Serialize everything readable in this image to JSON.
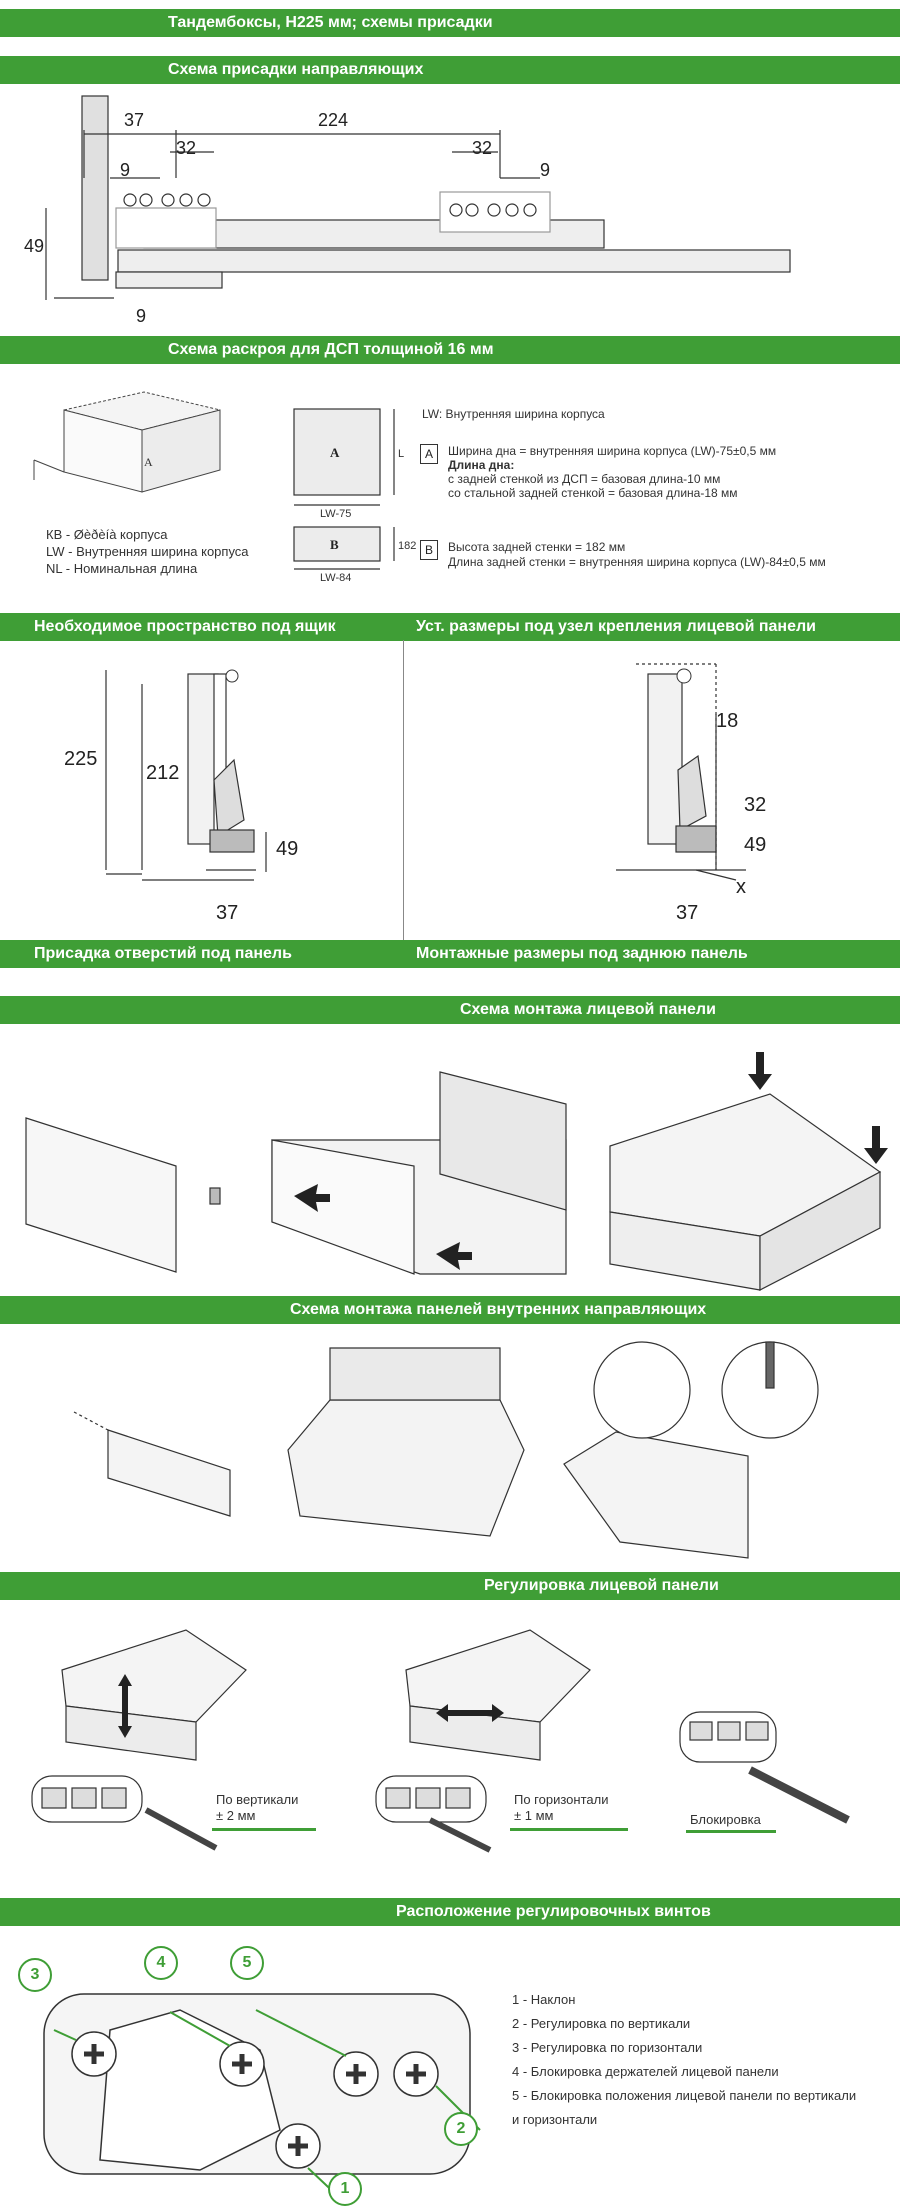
{
  "header": {
    "title": "Тандембоксы, Н225 мм; схемы присадки"
  },
  "sections": {
    "runners": {
      "title": "Схема присадки направляющих"
    },
    "cutting": {
      "title": "Схема раскроя для ДСП толщиной 16 мм"
    },
    "space": {
      "title": "Необходимое пространство под ящик"
    },
    "front_mount": {
      "title": "Уст. размеры под узел крепления лицевой панели"
    },
    "panel_holes": {
      "title": "Присадка отверстий под панель"
    },
    "back_panel": {
      "title": "Монтажные размеры под заднюю панель"
    },
    "front_assembly": {
      "title": "Схема монтажа лицевой панели"
    },
    "inner_rails": {
      "title": "Схема монтажа панелей внутренних направляющих"
    },
    "front_adjust": {
      "title": "Регулировка лицевой панели"
    },
    "screws": {
      "title": "Расположение регулировочных винтов"
    }
  },
  "runners_dims": {
    "d37": "37",
    "d224": "224",
    "d32a": "32",
    "d32b": "32",
    "d9a": "9",
    "d9b": "9",
    "d49": "49",
    "d9c": "9"
  },
  "cutting": {
    "lw_note": "LW: Внутренняя ширина корпуса",
    "legend": [
      "КВ - Øèðèíà корпуса",
      "LW - Внутренняя ширина корпуса",
      "NL - Номинальная длина"
    ],
    "panel_a": {
      "letter": "A",
      "side": "L",
      "width": "LW-75"
    },
    "panel_b": {
      "letter": "B",
      "side": "182",
      "width": "LW-84"
    },
    "box_a": "A",
    "box_b": "B",
    "a_line1": "Ширина дна = внутренняя ширина корпуса (LW)-75±0,5 мм",
    "a_line2": "Длина дна:",
    "a_line3": "с задней стенкой из ДСП = базовая длина-10 мм",
    "a_line4": "со стальной задней стенкой = базовая длина-18 мм",
    "b_line1": "Высота задней стенки = 182 мм",
    "b_line2": "Длина задней стенки = внутренняя ширина корпуса (LW)-84±0,5 мм"
  },
  "space_dims": {
    "h225": "225",
    "h212": "212",
    "h49": "49",
    "w37": "37"
  },
  "front_dims": {
    "d18": "18",
    "d32": "32",
    "d49": "49",
    "x": "x",
    "w37": "37"
  },
  "adjust": {
    "vertical_label": "По вертикали",
    "vertical_value": "± 2 мм",
    "horizontal_label": "По горизонтали",
    "horizontal_value": "± 1 мм",
    "lock_label": "Блокировка"
  },
  "screws": {
    "callouts": [
      "1",
      "2",
      "3",
      "4",
      "5"
    ],
    "legend": [
      "1 - Наклон",
      "2 - Регулировка по вертикали",
      "3 - Регулировка по горизонтали",
      "4 - Блокировка держателей лицевой панели",
      "5 - Блокировка положения лицевой панели по вертикали",
      "и горизонтали"
    ]
  },
  "colors": {
    "accent": "#3f9e36",
    "line": "#333333",
    "panel": "#e6e6e6"
  }
}
